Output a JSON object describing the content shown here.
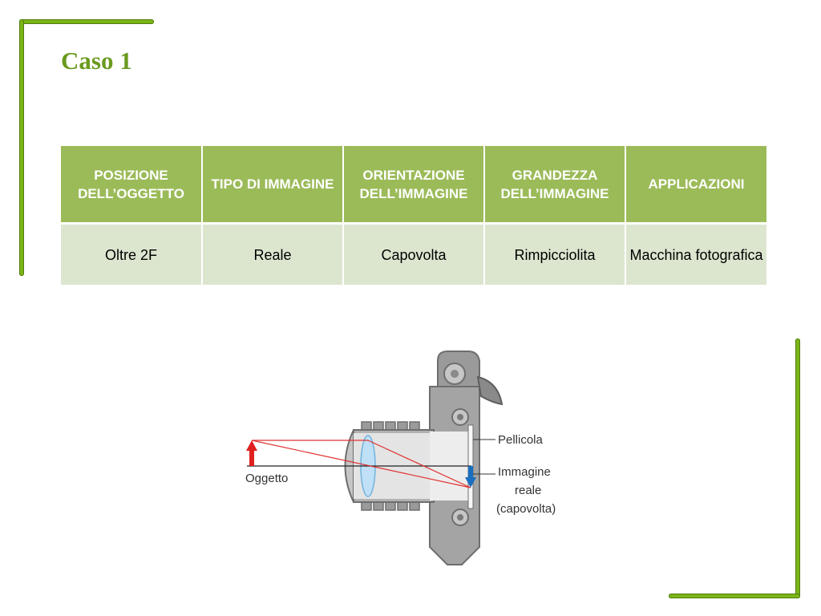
{
  "slide": {
    "title": "Caso 1"
  },
  "table": {
    "headers": [
      "POSIZIONE DELL’OGGETTO",
      "TIPO DI IMMAGINE",
      "ORIENTAZIONE DELL’IMMAGINE",
      "GRANDEZZA DELL’IMMAGINE",
      "APPLICAZIONI"
    ],
    "row": [
      "Oltre 2F",
      "Reale",
      "Capovolta",
      "Rimpicciolita",
      "Macchina fotografica"
    ]
  },
  "diagram": {
    "labels": {
      "object": "Oggetto",
      "film": "Pellicola",
      "image_line1": "Immagine",
      "image_line2": "reale",
      "image_line3": "(capovolta)"
    },
    "colors": {
      "rays": "#e03030",
      "object_arrow": "#e02020",
      "image_arrow": "#1a6fc0",
      "camera_body": "#9a9a9a"
    }
  },
  "theme": {
    "accent": "#7cb518",
    "header_bg": "#9bbb59",
    "row_bg": "#dce6cf",
    "title_color": "#6a9a1f"
  }
}
